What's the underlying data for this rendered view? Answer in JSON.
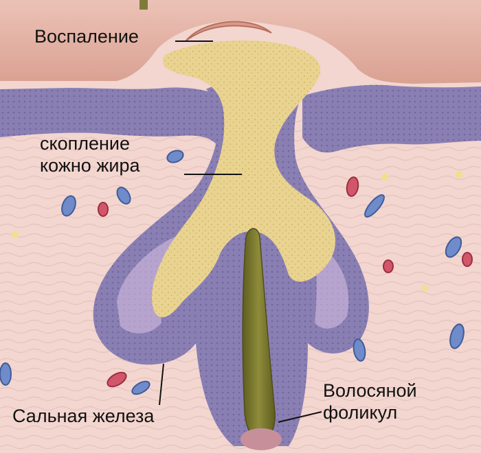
{
  "labels": {
    "inflammation": "Воспаление",
    "sebum_line1": "скопление",
    "sebum_line2": "кожно жира",
    "gland": "Сальная железа",
    "follicle_line1": "Волосяной",
    "follicle_line2": "фоликул"
  },
  "colors": {
    "skin_surface": "#e6b0a3",
    "dermis": "#f2d6cf",
    "epidermis_purple": "#8a7fb3",
    "sebum": "#e9d391",
    "hair": "#7c7a2e"
  }
}
